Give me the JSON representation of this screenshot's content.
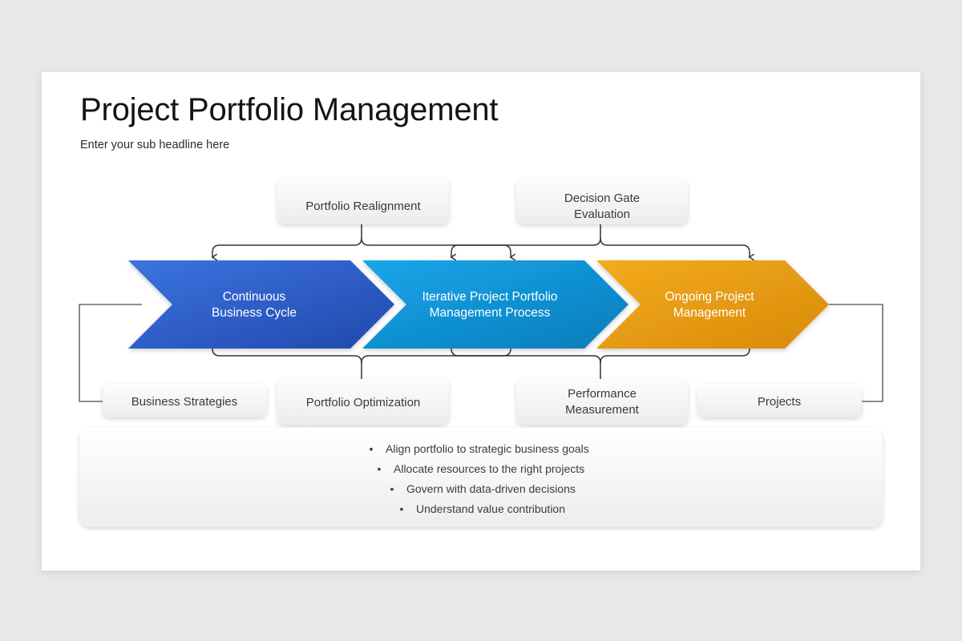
{
  "slide": {
    "title": "Project Portfolio Management",
    "subtitle": "Enter your sub headline here",
    "background_color": "#e8e8e8",
    "card_color": "#ffffff"
  },
  "process": {
    "steps": [
      {
        "id": "step-1",
        "line1": "Continuous",
        "line2": "Business Cycle",
        "color": "#2558c4",
        "color_light": "#3b74e0"
      },
      {
        "id": "step-2",
        "line1": "Iterative Project Portfolio",
        "line2": "Management Process",
        "color": "#0c8fd6",
        "color_light": "#13a3e8"
      },
      {
        "id": "step-3",
        "line1": "Ongoing Project",
        "line2": "Management",
        "color": "#e89a13",
        "color_light": "#f3a81b"
      }
    ]
  },
  "callouts": {
    "top": [
      {
        "id": "portfolio-realignment",
        "line1": "Portfolio Realignment",
        "line2": ""
      },
      {
        "id": "decision-gate-evaluation",
        "line1": "Decision Gate",
        "line2": "Evaluation"
      }
    ],
    "bottom": [
      {
        "id": "business-strategies",
        "line1": "Business Strategies",
        "line2": ""
      },
      {
        "id": "portfolio-optimization",
        "line1": "Portfolio Optimization",
        "line2": ""
      },
      {
        "id": "performance-measurement",
        "line1": "Performance",
        "line2": "Measurement"
      },
      {
        "id": "projects",
        "line1": "Projects",
        "line2": ""
      }
    ]
  },
  "bullets": {
    "marker": "•",
    "items": [
      "Align portfolio to strategic business goals",
      "Allocate resources to the right projects",
      "Govern with data-driven decisions",
      "Understand value contribution"
    ]
  }
}
